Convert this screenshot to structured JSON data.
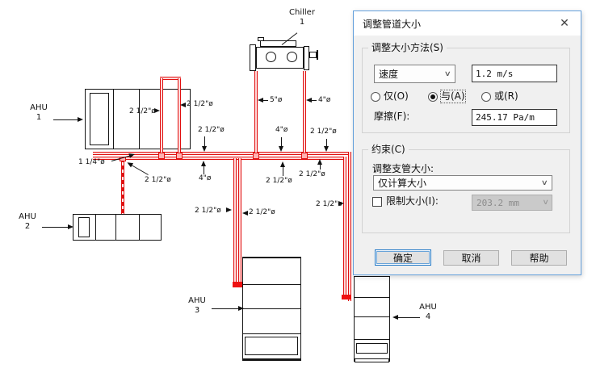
{
  "icons": {
    "close": "✕",
    "chevron_down": "∨"
  },
  "dialog": {
    "title": "调整管道大小",
    "sizing_method_group": {
      "label": "调整大小方法(S)",
      "method_dropdown": {
        "value": "速度"
      },
      "method_value_field": {
        "value": "1.2 m/s"
      },
      "radios": [
        {
          "label": "仅(O)",
          "selected": false
        },
        {
          "label": "与(A)",
          "selected": true
        },
        {
          "label": "或(R)",
          "selected": false
        }
      ],
      "friction_label": "摩擦(F):",
      "friction_value_field": {
        "value": "245.17 Pa/m"
      }
    },
    "constraints_group": {
      "label": "约束(C)",
      "branch_sizing_label": "调整支管大小:",
      "branch_sizing_dropdown": {
        "value": "仅计算大小"
      },
      "restrict_size_checkbox": {
        "label": "限制大小(I):",
        "checked": false
      },
      "restrict_size_dropdown": {
        "value": "203.2 mm",
        "disabled": true
      }
    },
    "buttons": {
      "ok": "确定",
      "cancel": "取消",
      "help": "帮助"
    }
  },
  "drawing": {
    "chiller": {
      "name": "Chiller",
      "number": "1"
    },
    "ahu1": {
      "name": "AHU",
      "number": "1"
    },
    "ahu2": {
      "name": "AHU",
      "number": "2"
    },
    "ahu3": {
      "name": "AHU",
      "number": "3"
    },
    "ahu4": {
      "name": "AHU",
      "number": "4"
    },
    "pipe_labels": [
      {
        "text": "2 1/2\"ø"
      },
      {
        "text": "2 1/2\"ø"
      },
      {
        "text": "2 1/2\"ø"
      },
      {
        "text": "1 1/4\"ø"
      },
      {
        "text": "2 1/2\"ø"
      },
      {
        "text": "4\"ø"
      },
      {
        "text": "5\"ø"
      },
      {
        "text": "4\"ø"
      },
      {
        "text": "4\"ø"
      },
      {
        "text": "2 1/2\"ø"
      },
      {
        "text": "2 1/2\"ø"
      },
      {
        "text": "2 1/2\"ø"
      },
      {
        "text": "2 1/2\"ø"
      },
      {
        "text": "2 1/2\"ø"
      },
      {
        "text": "2 1/2\"ø"
      }
    ],
    "colors": {
      "pipe": "#e01010",
      "line": "#151515",
      "dialog_border": "#64a0dc"
    }
  }
}
